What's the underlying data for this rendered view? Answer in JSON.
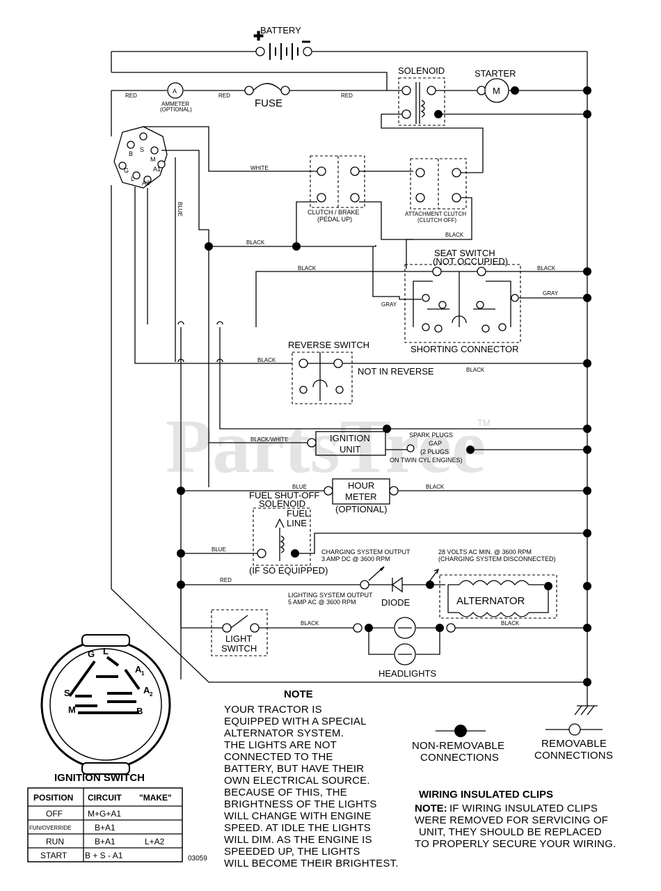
{
  "watermark": "PartsTree",
  "watermark_tm": "TM",
  "components": {
    "battery": "BATTERY",
    "solenoid": "SOLENOID",
    "starter": "STARTER",
    "starter_symbol": "M",
    "ammeter": "A",
    "ammeter_note_1": "AMMETER",
    "ammeter_note_2": "(OPTIONAL)",
    "fuse": "FUSE",
    "clutch_brake_1": "CLUTCH / BRAKE",
    "clutch_brake_2": "(PEDAL UP)",
    "attachment_clutch_1": "ATTACHMENT CLUTCH",
    "attachment_clutch_2": "(CLUTCH OFF)",
    "seat_switch_1": "SEAT SWITCH",
    "seat_switch_2": "(NOT OCCUPIED)",
    "shorting_connector": "SHORTING CONNECTOR",
    "reverse_switch": "REVERSE SWITCH",
    "not_in_reverse": "NOT IN REVERSE",
    "ignition_unit_1": "IGNITION",
    "ignition_unit_2": "UNIT",
    "spark_plugs_1": "SPARK PLUGS",
    "spark_plugs_2": "GAP",
    "spark_plugs_3": "(2 PLUGS",
    "spark_plugs_4": "ON TWIN CYL ENGINES)",
    "hour_meter_1": "HOUR",
    "hour_meter_2": "METER",
    "hour_meter_3": "(OPTIONAL)",
    "fuel_solenoid_1": "FUEL SHUT-OFF",
    "fuel_solenoid_2": "SOLENOID",
    "fuel_line_1": "FUEL",
    "fuel_line_2": "LINE",
    "fuel_solenoid_3": "(IF SO EQUIPPED)",
    "charging_out_1": "CHARGING SYSTEM OUTPUT",
    "charging_out_2": "3 AMP DC @ 3600 RPM",
    "ac_volts_1": "28 VOLTS AC MIN. @ 3600 RPM",
    "ac_volts_2": "(CHARGING SYSTEM DISCONNECTED)",
    "lighting_out_1": "LIGHTING SYSTEM OUTPUT",
    "lighting_out_2": "5 AMP AC @ 3600 RPM",
    "diode": "DIODE",
    "alternator": "ALTERNATOR",
    "light_switch_1": "LIGHT",
    "light_switch_2": "SWITCH",
    "headlights": "HEADLIGHTS"
  },
  "terminals": [
    "B",
    "S",
    "M",
    "G",
    "A1",
    "L",
    "A2"
  ],
  "wire_colors": {
    "red": "RED",
    "white": "WHITE",
    "blue": "BLUE",
    "black": "BLACK",
    "gray": "GRAY",
    "black_white": "BLACK/WHITE"
  },
  "ignition_switch": {
    "title": "IGNITION SWITCH",
    "face": {
      "g": "G",
      "l": "L",
      "a1": "A",
      "a1_sub": "1",
      "a2": "A",
      "a2_sub": "2",
      "s": "S",
      "m": "M",
      "b": "B"
    },
    "headers": {
      "position": "POSITION",
      "circuit": "CIRCUIT",
      "make": "\"MAKE\""
    },
    "rows": [
      {
        "position": "OFF",
        "make": "M+G+A1",
        "extra": ""
      },
      {
        "position": "FUN/OVERRIDE",
        "make": "B+A1",
        "extra": ""
      },
      {
        "position": "RUN",
        "make": "B+A1",
        "extra": "L+A2"
      },
      {
        "position": "START",
        "make": "B + S - A1",
        "extra": ""
      }
    ]
  },
  "diagram_number": "03059",
  "note": {
    "title": "NOTE",
    "lines": [
      "YOUR TRACTOR IS",
      "EQUIPPED WITH A SPECIAL",
      "ALTERNATOR SYSTEM.",
      "THE LIGHTS ARE NOT",
      "CONNECTED TO THE",
      "BATTERY, BUT HAVE THEIR",
      "OWN ELECTRICAL SOURCE.",
      "BECAUSE OF THIS, THE",
      "BRIGHTNESS OF THE LIGHTS",
      "WILL CHANGE WITH ENGINE",
      "SPEED.  AT IDLE THE LIGHTS",
      "WILL DIM.  AS THE ENGINE IS",
      "SPEEDED UP, THE LIGHTS",
      "WILL BECOME THEIR BRIGHTEST."
    ]
  },
  "legend": {
    "non_removable_1": "NON-REMOVABLE",
    "non_removable_2": "CONNECTIONS",
    "removable_1": "REMOVABLE",
    "removable_2": "CONNECTIONS"
  },
  "clips": {
    "title": "WIRING INSULATED CLIPS",
    "note_label": "NOTE:",
    "lines": [
      "IF WIRING INSULATED CLIPS",
      "WERE REMOVED FOR SERVICING OF",
      "UNIT, THEY SHOULD BE REPLACED",
      "TO PROPERLY SECURE YOUR WIRING."
    ]
  }
}
